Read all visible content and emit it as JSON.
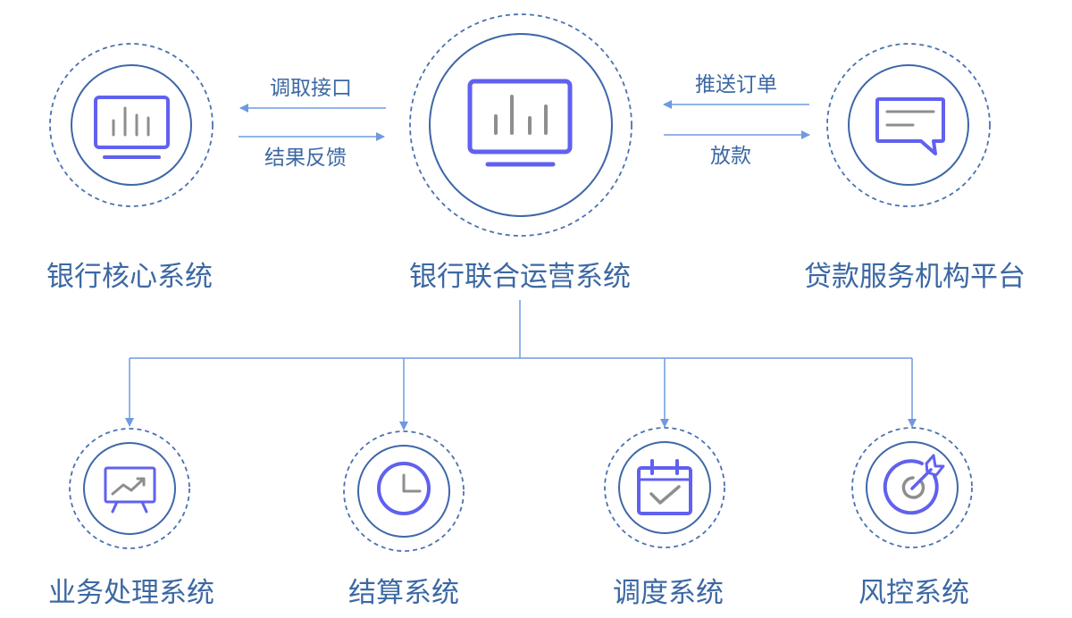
{
  "nodes": {
    "bank_core": {
      "label": "银行核心系统",
      "icon": "monitor-chart-icon"
    },
    "joint_ops": {
      "label": "银行联合运营系统",
      "icon": "monitor-chart-icon"
    },
    "loan_platform": {
      "label": "贷款服务机构平台",
      "icon": "message-chat-icon"
    },
    "business_processing": {
      "label": "业务处理系统",
      "icon": "presentation-trend-icon"
    },
    "settlement": {
      "label": "结算系统",
      "icon": "clock-icon"
    },
    "scheduling": {
      "label": "调度系统",
      "icon": "calendar-check-icon"
    },
    "risk_control": {
      "label": "风控系统",
      "icon": "target-arrow-icon"
    }
  },
  "edges": {
    "fetch_interface": {
      "label": "调取接口",
      "from": "joint_ops",
      "to": "bank_core"
    },
    "result_feedback": {
      "label": "结果反馈",
      "from": "bank_core",
      "to": "joint_ops"
    },
    "push_order": {
      "label": "推送订单",
      "from": "loan_platform",
      "to": "joint_ops"
    },
    "disburse_loan": {
      "label": "放款",
      "from": "joint_ops",
      "to": "loan_platform"
    }
  },
  "colors": {
    "ring": "#3f67a8",
    "dashed_ring": "#4a72b0",
    "connector": "#6f9ae0",
    "icon_primary": "#6061ee",
    "icon_secondary": "#8e8e8e",
    "label_text": "#3c68a3"
  }
}
